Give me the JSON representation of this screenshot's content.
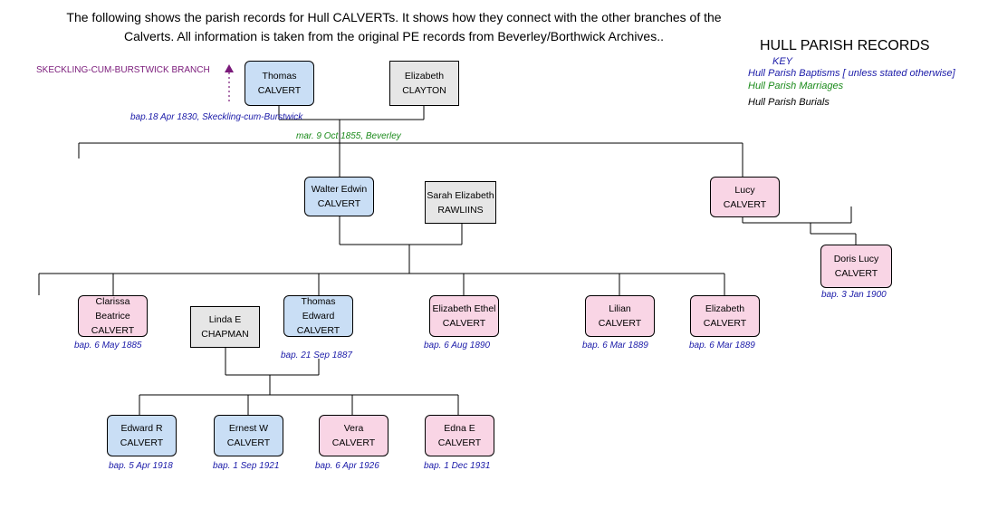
{
  "intro": {
    "line1": "The following shows the parish records for Hull CALVERTs. It shows how they connect with the other branches of the",
    "line2": "Calverts. All information is taken from the original PE records from Beverley/Borthwick Archives.."
  },
  "key": {
    "title": "HULL PARISH RECORDS",
    "heading": "KEY",
    "baptisms": "Hull Parish Baptisms [ unless stated otherwise]",
    "marriages": "Hull Parish Marriages",
    "burials": "Hull Parish Burials"
  },
  "colors": {
    "baptism_text": "#1a1aa8",
    "marriage_text": "#1a8a1a",
    "male_box": "#c9def5",
    "female_box": "#f9d5e5",
    "spouse_box": "#e6e6e6",
    "branch_text": "#7a1a7a"
  },
  "branch_label": "SKECKLING-CUM-BURSTWICK BRANCH",
  "people": {
    "thomas_sr": {
      "first": "Thomas",
      "last": "CALVERT",
      "note": "bap.18 Apr 1830, Skeckling-cum-Burstwick"
    },
    "elizabeth_clayton": {
      "first": "Elizabeth",
      "last": "CLAYTON"
    },
    "marriage_1855": "mar. 9 Oct 1855, Beverley",
    "walter": {
      "first": "Walter Edwin",
      "last": "CALVERT"
    },
    "sarah": {
      "first": "Sarah Elizabeth",
      "last": "RAWLIINS"
    },
    "lucy": {
      "first": "Lucy",
      "last": "CALVERT"
    },
    "doris": {
      "first": "Doris Lucy",
      "last": "CALVERT",
      "note": "bap. 3 Jan 1900"
    },
    "clarissa": {
      "first": "Clarissa",
      "middle": "Beatrice",
      "last": "CALVERT",
      "note": "bap. 6 May 1885"
    },
    "linda": {
      "first": "Linda E",
      "last": "CHAPMAN"
    },
    "thomas_jr": {
      "first": "Thomas",
      "middle": "Edward",
      "last": "CALVERT",
      "note": "bap. 21 Sep 1887"
    },
    "elizabeth_ethel": {
      "first": "Elizabeth Ethel",
      "last": "CALVERT",
      "note": "bap. 6 Aug 1890"
    },
    "lilian": {
      "first": "Lilian",
      "last": "CALVERT",
      "note": "bap. 6 Mar 1889"
    },
    "elizabeth_2": {
      "first": "Elizabeth",
      "last": "CALVERT",
      "note": "bap. 6 Mar 1889"
    },
    "edward": {
      "first": "Edward R",
      "last": "CALVERT",
      "note": "bap. 5 Apr 1918"
    },
    "ernest": {
      "first": "Ernest W",
      "last": "CALVERT",
      "note": "bap. 1 Sep 1921"
    },
    "vera": {
      "first": "Vera",
      "last": "CALVERT",
      "note": "bap. 6 Apr 1926"
    },
    "edna": {
      "first": "Edna E",
      "last": "CALVERT",
      "note": "bap. 1 Dec 1931"
    }
  }
}
